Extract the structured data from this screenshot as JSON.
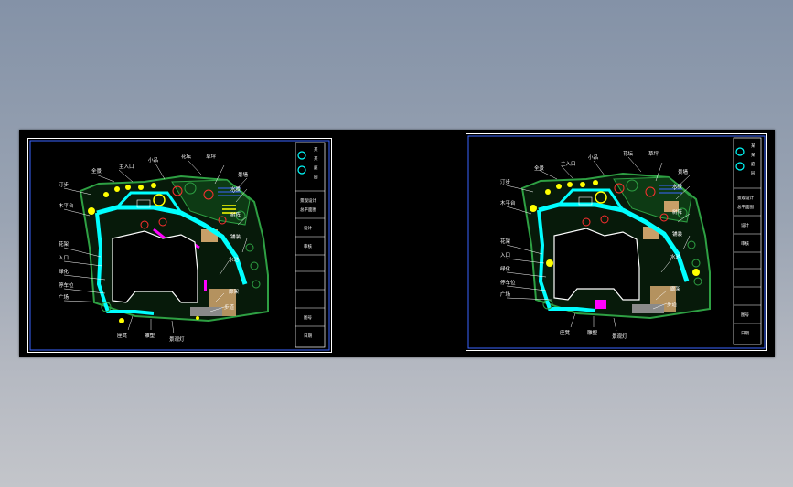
{
  "colors": {
    "background_top": "#8492a7",
    "background_bottom": "#c3c5ca",
    "model_space": "#000000",
    "frame": "#ffffff",
    "inner_frame": "#3a64ff",
    "water_cyan": "#00ffff",
    "paving_pink": "#ff00ff",
    "shrub_yellow": "#ffff00",
    "planting_green": "#2ea043",
    "deck_tan": "#c8a068"
  },
  "sheets": [
    {
      "name": "left-sheet",
      "labels": [
        "全景",
        "主入口",
        "小品",
        "花坛",
        "草坪",
        "景墙",
        "水景",
        "树阵",
        "铺装",
        "水池",
        "廊架",
        "步道",
        "汀步",
        "木平台",
        "花架",
        "入口",
        "绿化",
        "停车位",
        "广场",
        "座凳",
        "雕塑",
        "景观灯"
      ],
      "title_block": [
        "某",
        "某",
        "庭",
        "园",
        "景观设计",
        "总平面图",
        "设计",
        "审核",
        "图号",
        "日期"
      ]
    },
    {
      "name": "right-sheet",
      "labels": [
        "全景",
        "主入口",
        "小品",
        "花坛",
        "草坪",
        "景墙",
        "水景",
        "树阵",
        "铺装",
        "水池",
        "廊架",
        "步道",
        "汀步",
        "木平台",
        "花架",
        "入口",
        "绿化",
        "停车位",
        "广场",
        "座凳",
        "雕塑",
        "景观灯"
      ],
      "title_block": [
        "某",
        "某",
        "庭",
        "园",
        "景观设计",
        "总平面图",
        "设计",
        "审核",
        "图号",
        "日期"
      ]
    }
  ]
}
